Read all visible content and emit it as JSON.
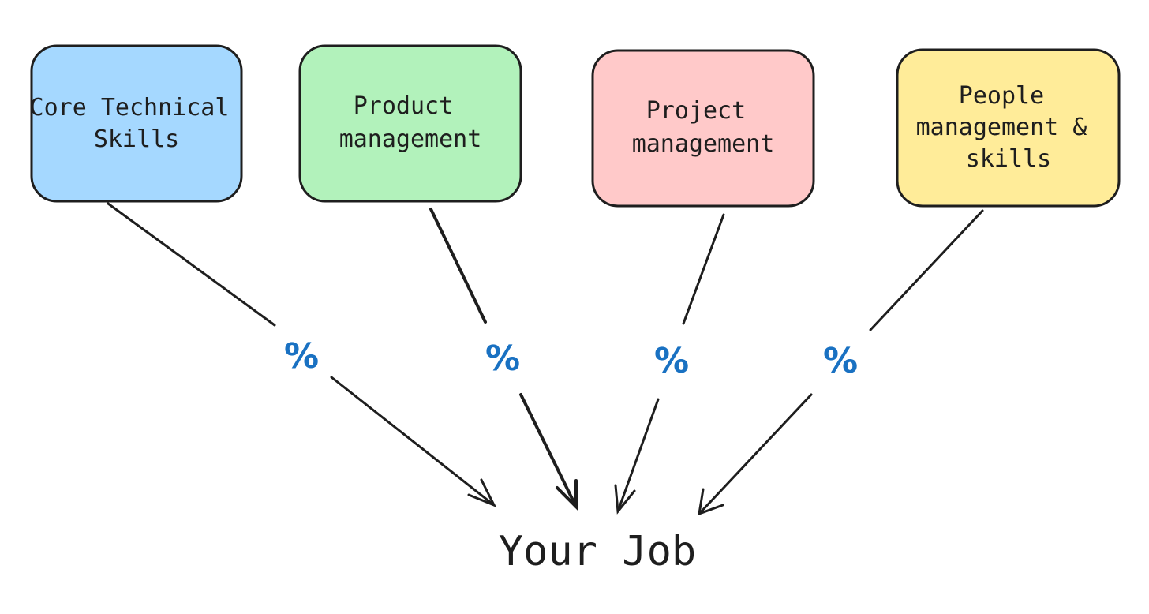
{
  "nodes": [
    {
      "id": "core",
      "lines": [
        "Core Technical",
        "Skills"
      ],
      "color": "#a5d8ff"
    },
    {
      "id": "product",
      "lines": [
        "Product",
        "management"
      ],
      "color": "#b2f2bb"
    },
    {
      "id": "project",
      "lines": [
        "Project",
        "management"
      ],
      "color": "#ffc9c9"
    },
    {
      "id": "people",
      "lines": [
        "People",
        "management &",
        "skills"
      ],
      "color": "#ffec99"
    }
  ],
  "edge_label": "%",
  "edge_label_color": "#1971c2",
  "target": {
    "label": "Your Job"
  },
  "stroke_color": "#1e1e1e"
}
